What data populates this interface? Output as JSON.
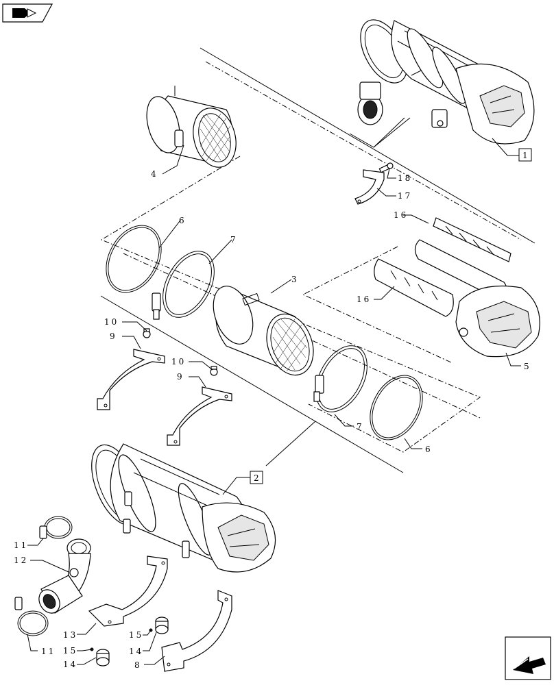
{
  "nav": {
    "back_icon": "book-arrow-icon",
    "forward_icon": "arrow-back-icon"
  },
  "callouts": [
    {
      "id": "c1",
      "text": "1",
      "boxed": true
    },
    {
      "id": "c2",
      "text": "2",
      "boxed": true
    },
    {
      "id": "c3",
      "text": "3"
    },
    {
      "id": "c4",
      "text": "4"
    },
    {
      "id": "c5",
      "text": "5"
    },
    {
      "id": "c6a",
      "text": "6"
    },
    {
      "id": "c6b",
      "text": "6"
    },
    {
      "id": "c7a",
      "text": "7"
    },
    {
      "id": "c7b",
      "text": "7"
    },
    {
      "id": "c8",
      "text": "8"
    },
    {
      "id": "c9a",
      "text": "9"
    },
    {
      "id": "c9b",
      "text": "9"
    },
    {
      "id": "c10a",
      "text": "10"
    },
    {
      "id": "c10b",
      "text": "10"
    },
    {
      "id": "c11a",
      "text": "11"
    },
    {
      "id": "c11b",
      "text": "11"
    },
    {
      "id": "c12",
      "text": "12"
    },
    {
      "id": "c13",
      "text": "13"
    },
    {
      "id": "c14a",
      "text": "14"
    },
    {
      "id": "c14b",
      "text": "14"
    },
    {
      "id": "c15a",
      "text": "15"
    },
    {
      "id": "c15b",
      "text": "15"
    },
    {
      "id": "c16a",
      "text": "16"
    },
    {
      "id": "c16b",
      "text": "16"
    },
    {
      "id": "c17",
      "text": "17"
    },
    {
      "id": "c18",
      "text": "18"
    }
  ]
}
